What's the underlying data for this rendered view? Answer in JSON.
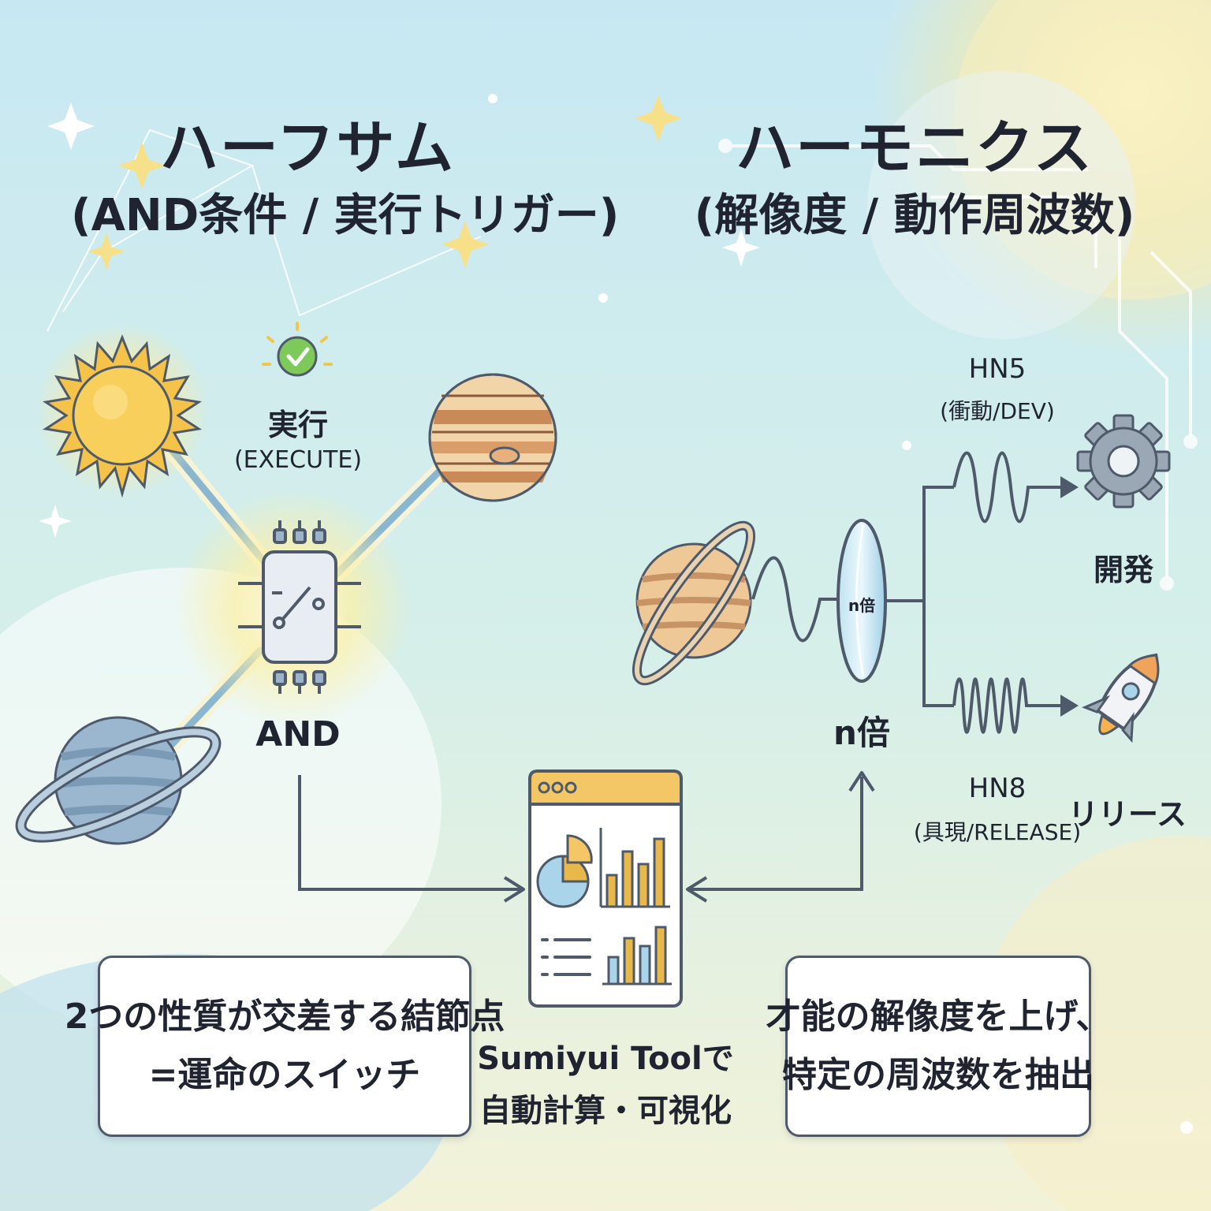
{
  "left": {
    "title": "ハーフサム",
    "subtitle": "(AND条件 / 実行トリガー)",
    "execute_label": "実行",
    "execute_sub": "(EXECUTE)",
    "gate_label": "AND",
    "note_line1": "2つの性質が交差する結節点",
    "note_line2": "=運命のスイッチ"
  },
  "right": {
    "title": "ハーモニクス",
    "subtitle": "(解像度 / 動作周波数)",
    "lens_inner": "n倍",
    "lens_label": "n倍",
    "hn5_label": "HN5",
    "hn5_sub": "(衝動/DEV)",
    "hn8_label": "HN8",
    "hn8_sub": "(具現/RELEASE)",
    "dev_label": "開発",
    "release_label": "リリース",
    "note_line1": "才能の解像度を上げ、",
    "note_line2": "特定の周波数を抽出"
  },
  "center": {
    "tool_line1": "Sumiyui Toolで",
    "tool_line2": "自動計算・可視化"
  },
  "colors": {
    "sky": "#cdebf3",
    "gold": "#f5c24a",
    "line": "#4e5a6a",
    "beam": "#8ab6cf",
    "check": "#6cc04a",
    "chart_gold": "#e8b84a",
    "chart_blue": "#a9d4ea"
  }
}
